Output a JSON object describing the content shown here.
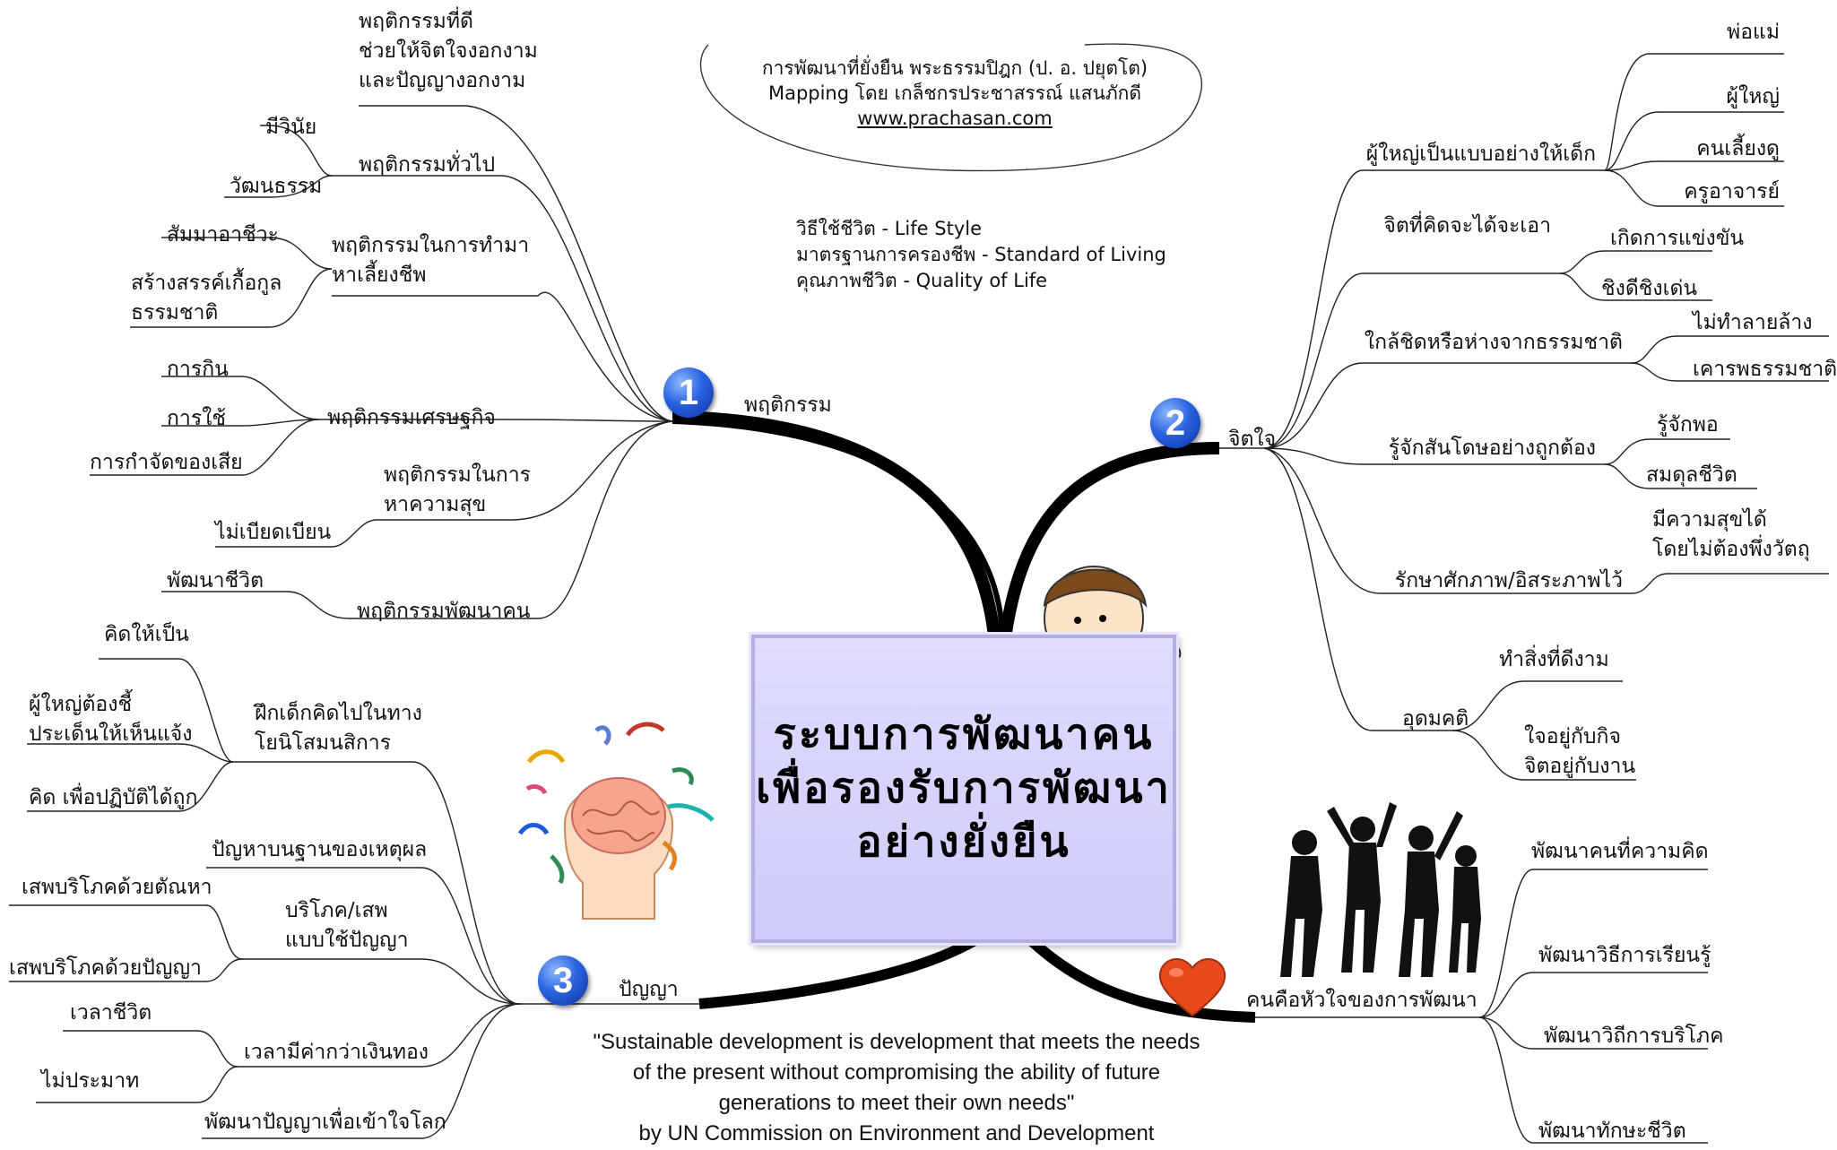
{
  "center": {
    "line1": "ระบบการพัฒนาคน",
    "line2": "เพื่อรองรับการพัฒนา",
    "line3": "อย่างยั่งยืน"
  },
  "credit": {
    "line1": "การพัฒนาที่ยั่งยืน พระธรรมปิฎก (ป. อ. ปยุตโต)",
    "line2": "Mapping โดย เกล็ชกรประชาสรรณ์ แสนภักดี",
    "url": "www.prachasan.com"
  },
  "lifestyle": {
    "line1": "วิธีใช้ชีวิต - Life Style",
    "line2": "มาตรฐานการครองชีพ - Standard of Living",
    "line3": "คุณภาพชีวิต - Quality of Life"
  },
  "quote": {
    "line1": "\"Sustainable development is development that meets the needs",
    "line2": "of the present without compromising the ability of future",
    "line3": "generations to meet their own needs\"",
    "line4": "by UN Commission on Environment and Development"
  },
  "branch1": {
    "number": "1",
    "label": "พฤติกรรม",
    "good": {
      "line1": "พฤติกรรมที่ดี",
      "line2": "ช่วยให้จิตใจงอกงาม",
      "line3": "และปัญญางอกงาม"
    },
    "general": {
      "label": "พฤติกรรมทั่วไป",
      "items": [
        "มีวินัย",
        "วัฒนธรรม"
      ]
    },
    "livelihood": {
      "line1": "พฤติกรรมในการทำมา",
      "line2": "หาเลี้ยงชีพ",
      "item1": "สัมมาอาชีวะ",
      "item2_line1": "สร้างสรรค์เกื้อกูล",
      "item2_line2": "ธรรมชาติ"
    },
    "economic": {
      "label": "พฤติกรรมเศรษฐกิจ",
      "items": [
        "การกิน",
        "การใช้",
        "การกำจัดของเสีย"
      ]
    },
    "happiness": {
      "line1": "พฤติกรรมในการ",
      "line2": "หาความสุข",
      "item": "ไม่เบียดเบียน"
    },
    "develop": {
      "label": "พฤติกรรมพัฒนาคน",
      "item": "พัฒนาชีวิต"
    }
  },
  "branch2": {
    "number": "2",
    "label": "จิตใจ",
    "example": {
      "label": "ผู้ใหญ่เป็นแบบอย่างให้เด็ก",
      "items": [
        "พ่อแม่",
        "ผู้ใหญ่",
        "คนเลี้ยงดู",
        "ครูอาจารย์"
      ]
    },
    "acquire": {
      "label": "จิตที่คิดจะได้จะเอา",
      "items": [
        "เกิดการแข่งขัน",
        "ชิงดีชิงเด่น"
      ]
    },
    "nature": {
      "label": "ใกล้ชิดหรือห่างจากธรรมชาติ",
      "items": [
        "ไม่ทำลายล้าง",
        "เคารพธรรมชาติ"
      ]
    },
    "content": {
      "label": "รู้จักสันโดษอย่างถูกต้อง",
      "items": [
        "รู้จักพอ",
        "สมดุลชีวิต"
      ]
    },
    "dignity": {
      "label": "รักษาศักภาพ/อิสระภาพไว้",
      "item_line1": "มีความสุขได้",
      "item_line2": "โดยไม่ต้องพึ่งวัตถุ"
    },
    "ideal": {
      "label": "อุดมคติ",
      "item1": "ทำสิ่งที่ดีงาม",
      "item2_line1": "ใจอยู่กับกิจ",
      "item2_line2": "จิตอยู่กับงาน"
    }
  },
  "branch3": {
    "number": "3",
    "label": "ปัญญา",
    "train": {
      "line1": "ฝึกเด็กคิดไปในทาง",
      "line2": "โยนิโสมนสิการ",
      "item1": "คิดให้เป็น",
      "item2_line1": "ผู้ใหญ่ต้องชี้",
      "item2_line2": "ประเด็นให้เห็นแจ้ง",
      "item3": "คิด เพื่อปฏิบัติได้ถูก"
    },
    "reason": {
      "label": "ปัญหาบนฐานของเหตุผล"
    },
    "consume": {
      "line1": "บริโภค/เสพ",
      "line2": "แบบใช้ปัญญา",
      "items": [
        "เสพบริโภคด้วยตัณหา",
        "เสพบริโภคด้วยปัญญา"
      ]
    },
    "time": {
      "label": "เวลามีค่ากว่าเงินทอง",
      "items": [
        "เวลาชีวิต",
        "ไม่ประมาท"
      ]
    },
    "world": {
      "label": "พัฒนาปัญญาเพื่อเข้าใจโลก"
    }
  },
  "branch4": {
    "label": "คนคือหัวใจของการพัฒนา",
    "items": [
      "พัฒนาคนที่ความคิด",
      "พัฒนาวิธีการเรียนรู้",
      "พัฒนาวิถีการบริโภค",
      "พัฒนาทักษะชีวิต"
    ]
  },
  "colors": {
    "box_fill": "#d6d3fc",
    "number_badge": "#2a63e0",
    "heart": "#e8491c"
  }
}
